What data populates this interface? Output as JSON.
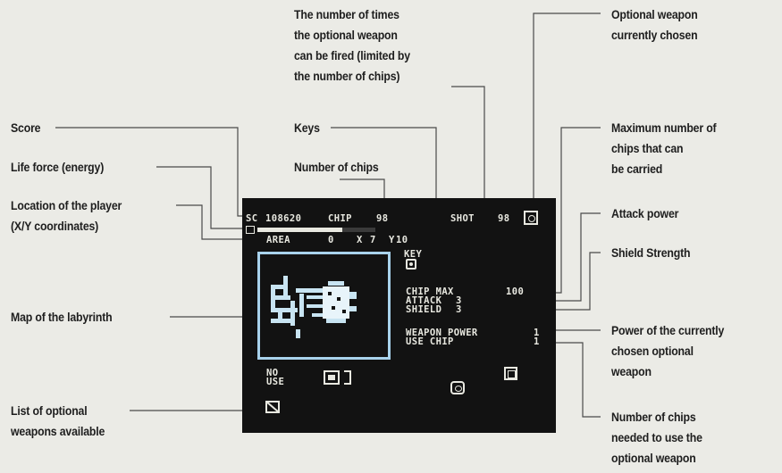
{
  "labels": {
    "score": "Score",
    "life_force": "Life force (energy)",
    "location_1": "Location of the player",
    "location_2": "(X/Y coordinates)",
    "map": "Map of the labyrinth",
    "weapons_list_1": "List of optional",
    "weapons_list_2": "weapons available",
    "shots_1": "The number of times",
    "shots_2": "the optional weapon",
    "shots_3": "can be fired (limited by",
    "shots_4": "the number of chips)",
    "keys": "Keys",
    "chips": "Number of chips",
    "chosen_1": "Optional weapon",
    "chosen_2": "currently chosen",
    "max_1": "Maximum number of",
    "max_2": "chips that can",
    "max_3": "be carried",
    "attack": "Attack power",
    "shield": "Shield Strength",
    "power_1": "Power of the currently",
    "power_2": "chosen optional",
    "power_3": "weapon",
    "need_1": "Number of chips",
    "need_2": "needed to use the",
    "need_3": "optional weapon"
  },
  "screen": {
    "score_label": "SC",
    "score_value": "108620",
    "chip_label": "CHIP",
    "chip_value": "98",
    "shot_label": "SHOT",
    "shot_value": "98",
    "life_force_level": 0.72,
    "area_label": "AREA",
    "area_value": "0",
    "x_label": "X",
    "x_value": "7",
    "y_label": "Y",
    "y_value": "10",
    "key_label": "KEY",
    "chip_max_label": "CHIP MAX",
    "chip_max_value": "100",
    "attack_label": "ATTACK",
    "attack_value": "3",
    "shield_label": "SHIELD",
    "shield_value": "3",
    "weapon_power_label": "WEAPON POWER",
    "weapon_power_value": "1",
    "use_chip_label": "USE CHIP",
    "use_chip_value": "1",
    "no_label": "NO",
    "use_label": "USE"
  },
  "colors": {
    "background": "#ebebe6",
    "screen": "#121212",
    "screen_text": "#e8e8e0",
    "map_border": "#a8d2ec",
    "leader_line": "#4a4a4a"
  },
  "icons": {
    "chosen_weapon": "weapon-slot-icon",
    "key": "key-icon",
    "weapons": [
      "weapon-box-icon",
      "weapon-bracket-icon",
      "weapon-pod-icon",
      "weapon-box-icon",
      "weapon-cancel-icon"
    ]
  }
}
